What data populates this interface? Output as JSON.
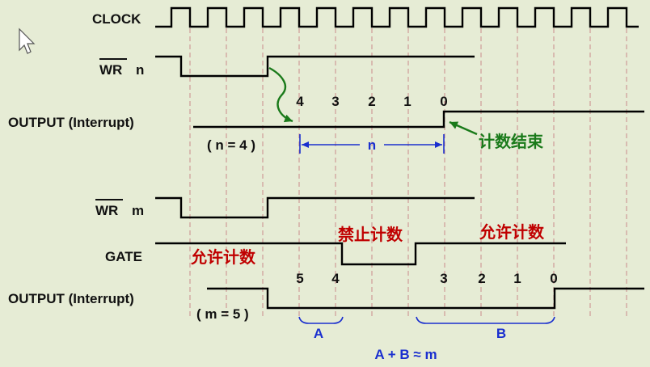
{
  "signals": {
    "clock": "CLOCK",
    "wr_n_bar": "WR",
    "wr_n_suffix": "n",
    "output1": "OUTPUT (Interrupt)",
    "n_eq": "( n = 4 )",
    "wr_m_bar": "WR",
    "wr_m_suffix": "m",
    "gate": "GATE",
    "output2": "OUTPUT (Interrupt)",
    "m_eq": "( m = 5 )"
  },
  "counts_top": [
    "4",
    "3",
    "2",
    "1",
    "0"
  ],
  "counts_bottom_left": [
    "5",
    "4"
  ],
  "counts_bottom_right": [
    "3",
    "2",
    "1",
    "0"
  ],
  "annotations": {
    "count_end": "计数结束",
    "interval_n": "n",
    "allow_count_left": "允许计数",
    "forbid_count": "禁止计数",
    "allow_count_right": "允许计数",
    "brace_a": "A",
    "brace_b": "B",
    "equation": "A + B ≈ m"
  },
  "colors": {
    "background": "#e6ecd5",
    "signal": "#000000",
    "grid": "#c98a8a",
    "red_text": "#c00000",
    "green_text": "#1a7a1a",
    "blue_text": "#1a2fcf"
  },
  "icons": {
    "cursor": "mouse-pointer-icon"
  }
}
